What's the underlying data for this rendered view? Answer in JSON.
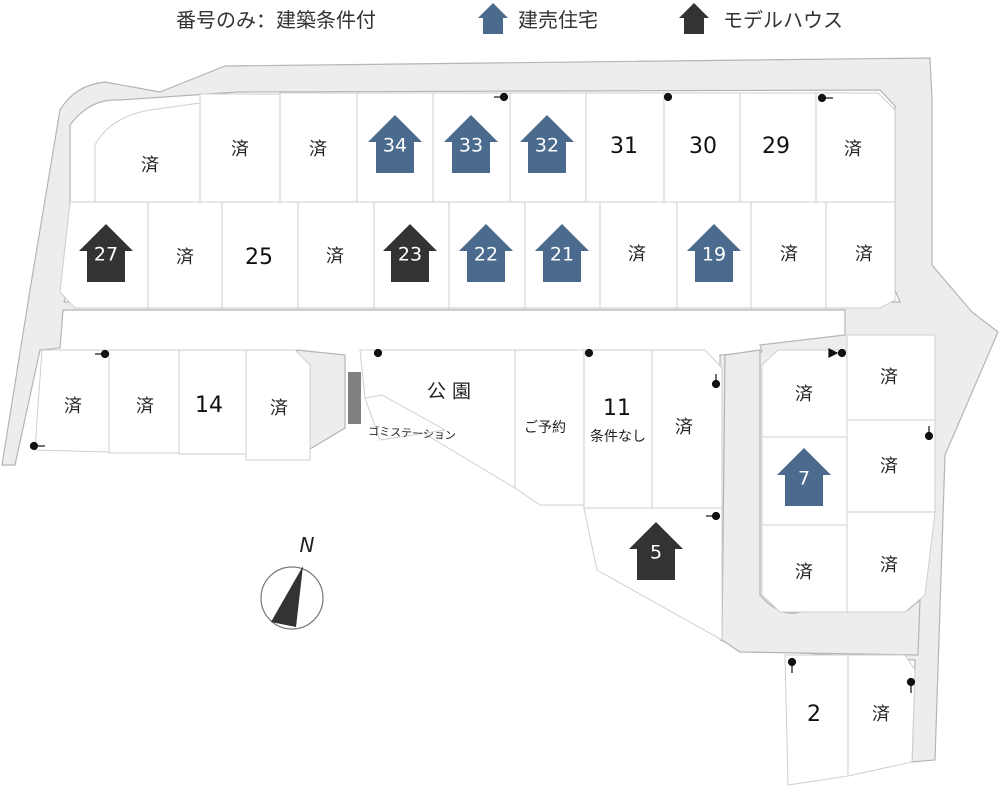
{
  "legend": {
    "number_only": "番号のみ：建築条件付",
    "built_for_sale": "建売住宅",
    "model_house": "モデルハウス"
  },
  "colors": {
    "built_for_sale": "#4a6b8e",
    "model_house": "#333333",
    "road": "#ededed",
    "lot_border": "#cfcfcf"
  },
  "labels": {
    "sold": "済",
    "park": "公園",
    "garbage_station": "ゴミステーション",
    "reserved": "ご予約",
    "no_condition": "条件なし",
    "north": "N"
  },
  "lots": [
    {
      "id": "r1-1",
      "text": "済",
      "type": "sold"
    },
    {
      "id": "r1-2",
      "text": "済",
      "type": "sold"
    },
    {
      "id": "r1-3",
      "text": "済",
      "type": "sold"
    },
    {
      "id": "r1-34",
      "text": "34",
      "type": "built"
    },
    {
      "id": "r1-33",
      "text": "33",
      "type": "built"
    },
    {
      "id": "r1-32",
      "text": "32",
      "type": "built"
    },
    {
      "id": "r1-31",
      "text": "31",
      "type": "number"
    },
    {
      "id": "r1-30",
      "text": "30",
      "type": "number"
    },
    {
      "id": "r1-29",
      "text": "29",
      "type": "number"
    },
    {
      "id": "r1-10",
      "text": "済",
      "type": "sold"
    },
    {
      "id": "r2-27",
      "text": "27",
      "type": "model"
    },
    {
      "id": "r2-2",
      "text": "済",
      "type": "sold"
    },
    {
      "id": "r2-25",
      "text": "25",
      "type": "number"
    },
    {
      "id": "r2-4",
      "text": "済",
      "type": "sold"
    },
    {
      "id": "r2-23",
      "text": "23",
      "type": "model"
    },
    {
      "id": "r2-22",
      "text": "22",
      "type": "built"
    },
    {
      "id": "r2-21",
      "text": "21",
      "type": "built"
    },
    {
      "id": "r2-8",
      "text": "済",
      "type": "sold"
    },
    {
      "id": "r2-19",
      "text": "19",
      "type": "built"
    },
    {
      "id": "r2-10",
      "text": "済",
      "type": "sold"
    },
    {
      "id": "r2-11",
      "text": "済",
      "type": "sold"
    },
    {
      "id": "l-1",
      "text": "済",
      "type": "sold"
    },
    {
      "id": "l-2",
      "text": "済",
      "type": "sold"
    },
    {
      "id": "l-14",
      "text": "14",
      "type": "number"
    },
    {
      "id": "l-4",
      "text": "済",
      "type": "sold"
    },
    {
      "id": "m-11",
      "text": "11",
      "type": "number"
    },
    {
      "id": "m-sumi",
      "text": "済",
      "type": "sold"
    },
    {
      "id": "m-5",
      "text": "5",
      "type": "model"
    },
    {
      "id": "c-1",
      "text": "済",
      "type": "sold"
    },
    {
      "id": "c-7",
      "text": "7",
      "type": "built"
    },
    {
      "id": "c-3",
      "text": "済",
      "type": "sold"
    },
    {
      "id": "e-1",
      "text": "済",
      "type": "sold"
    },
    {
      "id": "e-2",
      "text": "済",
      "type": "sold"
    },
    {
      "id": "e-3",
      "text": "済",
      "type": "sold"
    },
    {
      "id": "b-2",
      "text": "2",
      "type": "number"
    },
    {
      "id": "b-sumi",
      "text": "済",
      "type": "sold"
    }
  ]
}
